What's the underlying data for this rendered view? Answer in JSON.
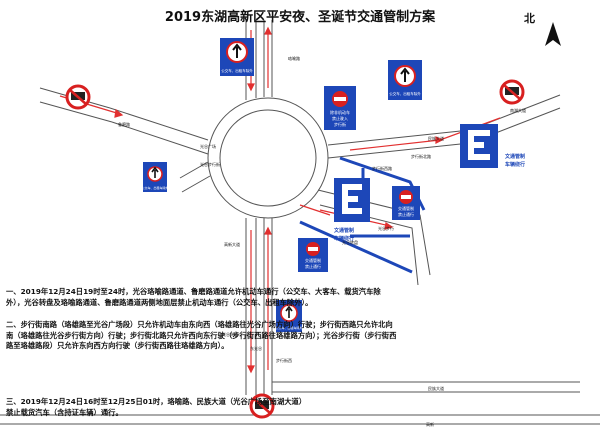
{
  "title": "2019东湖高新区平安夜、圣诞节交通管制方案",
  "north": "北",
  "colors": {
    "road_edge": "#555555",
    "traffic_arrow": "#e23030",
    "sign_blue": "#1d47b8",
    "restricted_route": "#1d47b8",
    "prohibition_red": "#d82020"
  },
  "signs": {
    "no_entry_bus": "公交车、出租车除外",
    "no_entry_ped_1": "公交车、出租车除外",
    "ped_only_top": "除非机动车",
    "ped_only_bottom": "禁止驶入",
    "ped_only_extra": "步行街",
    "ped_street_1a": "文通管制",
    "ped_street_1b": "车辆绕行",
    "ped_street_2a": "文通管制",
    "ped_street_2b": "车辆绕行",
    "no_motor_a": "交通管制",
    "no_motor_b": "禁止通行",
    "no_motor2_a": "交通管制",
    "no_motor2_b": "禁止通行",
    "left_bus": "公交车、出租车除外",
    "bottom_bus": "公交车、出租车除外"
  },
  "road_labels": {
    "r1": "鲁磨路",
    "r2": "光谷广场",
    "r3": "光谷步行街",
    "r4": "步行街北路",
    "r5": "民族大道",
    "r6": "南湖大道",
    "r7": "珞喻路",
    "r8": "步行街西路",
    "r9": "光谷转盘",
    "r10": "光谷步行",
    "r11": "高新大道",
    "r12": "步行街西",
    "r13": "光谷大道",
    "r14": "民族大道",
    "r15": "东光谷",
    "r16": "高新"
  },
  "notes": {
    "n1": "一、2019年12月24日19时至24时，光谷珞喻路通道、鲁磨路通道允许机动车通行（公交车、大客车、载货汽车除外），光谷转盘及珞喻路通道、鲁磨路通道两侧地面层禁止机动车通行（公交车、出租车除外）。",
    "n2": "二、步行街南路（珞雄路至光谷广场段）只允许机动车由东向西（珞雄路往光谷广场方向）行驶；步行街西路只允许北向南（珞雄路往光谷步行街方向）行驶；步行街北路只允许西向东行驶（步行街西路往珞雄路方向）；光谷步行街（步行街西路至珞雄路段）只允许东向西方向行驶（步行街西路往珞雄路方向）。",
    "n3": "三、2019年12月24日16时至12月25日01时，珞喻路、民族大道（光谷广场至南湖大道）禁止载货汽车（含持证车辆）通行。"
  }
}
